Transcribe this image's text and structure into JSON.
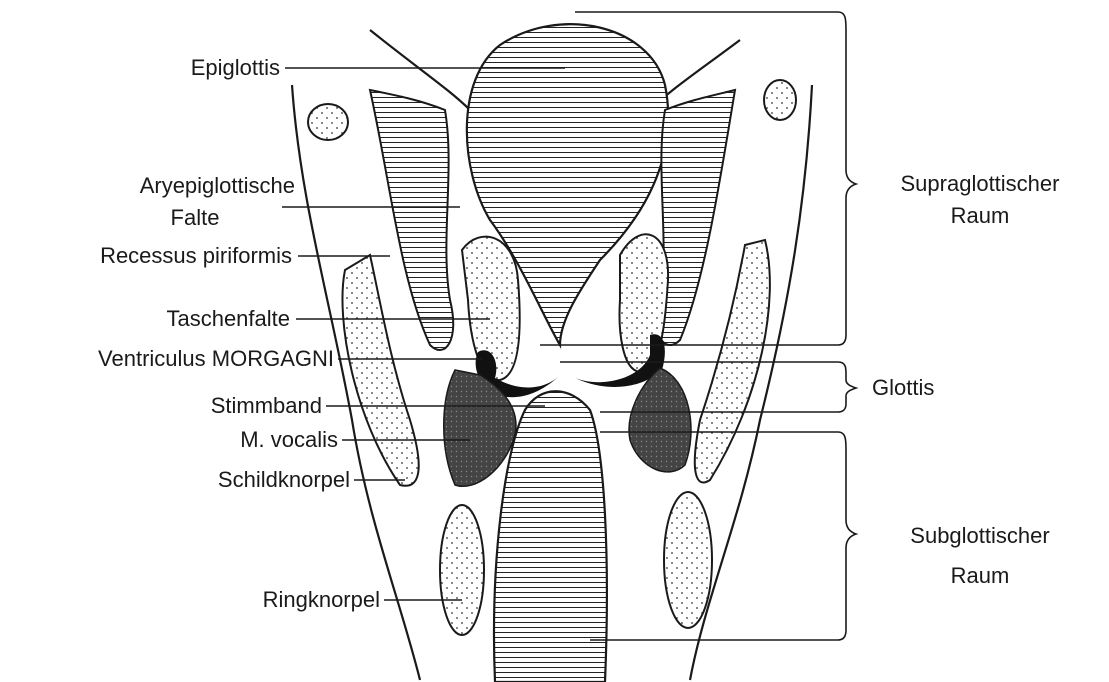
{
  "labels_left": {
    "epiglottis": "Epiglottis",
    "aryepiglottische_1": "Aryepiglottische",
    "aryepiglottische_2": "Falte",
    "recessus": "Recessus piriformis",
    "taschenfalte": "Taschenfalte",
    "ventriculus": "Ventriculus MORGAGNI",
    "stimmband": "Stimmband",
    "vocalis": "M. vocalis",
    "schildknorpel": "Schildknorpel",
    "ringknorpel": "Ringknorpel"
  },
  "labels_right": {
    "supra_1": "Supraglottischer",
    "supra_2": "Raum",
    "glottis": "Glottis",
    "sub_1": "Subglottischer",
    "sub_2": "Raum"
  },
  "colors": {
    "ink": "#1a1a1a",
    "muscle": "#555555",
    "paper": "#ffffff"
  }
}
